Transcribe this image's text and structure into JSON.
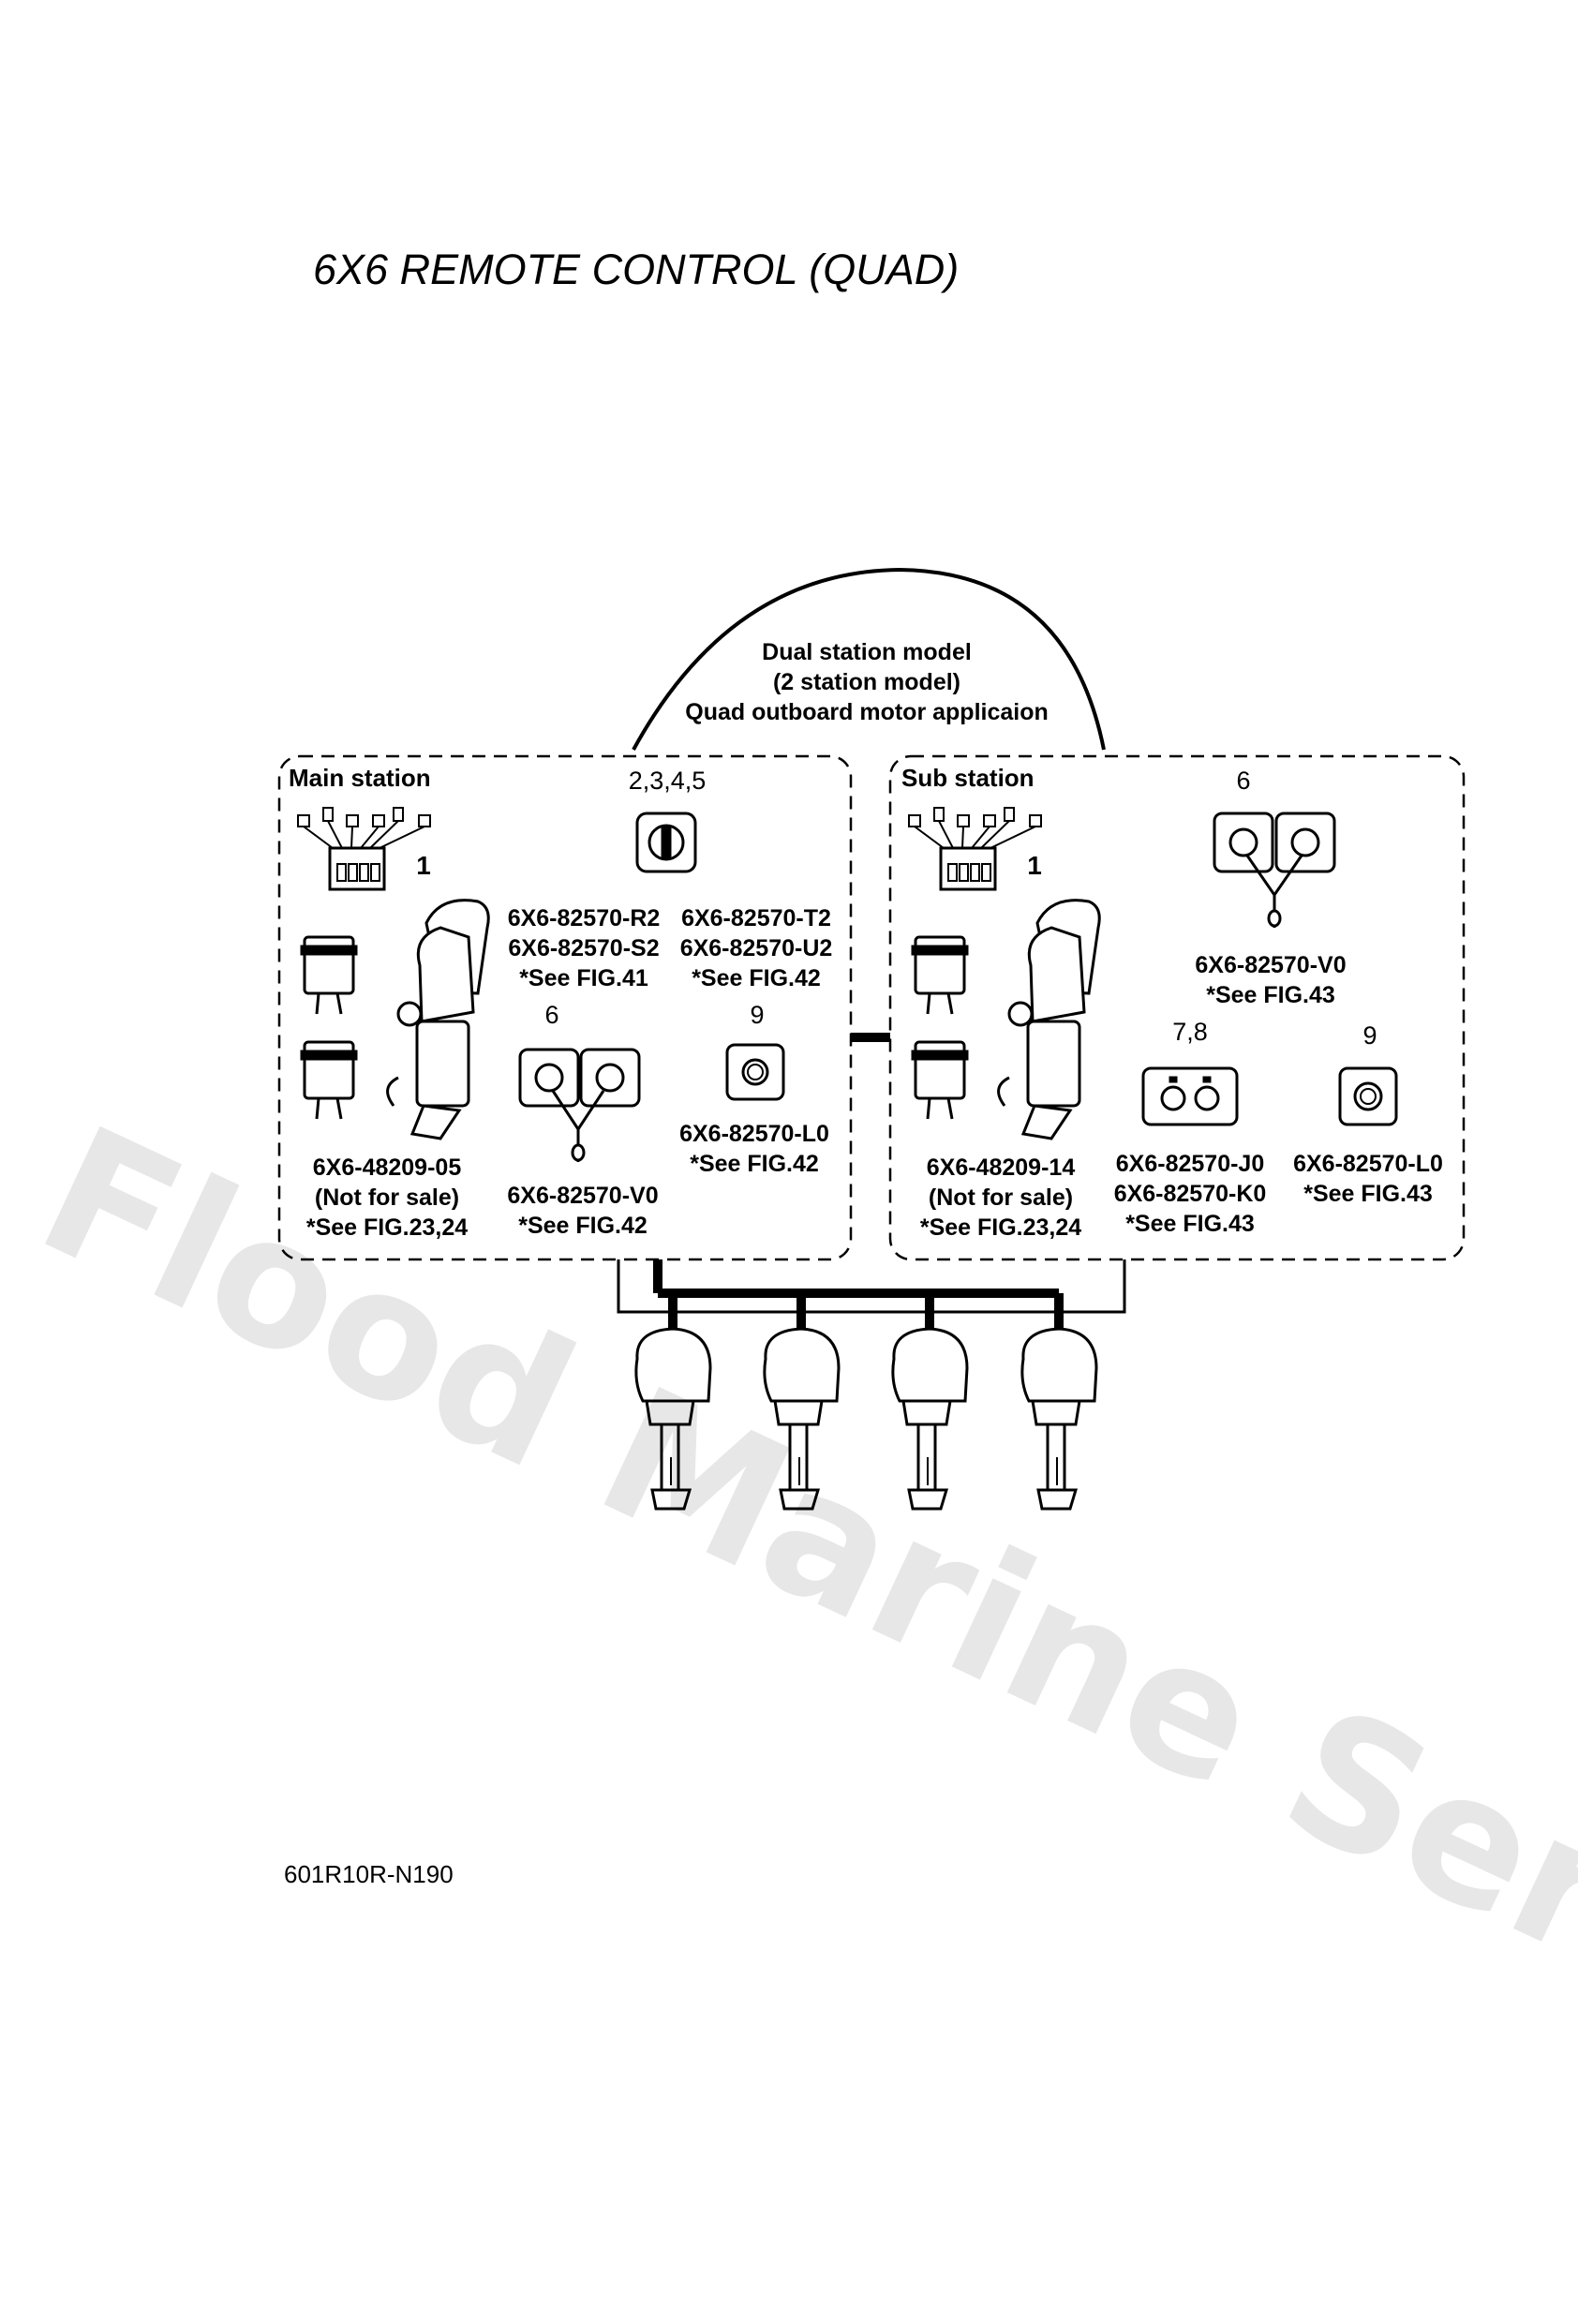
{
  "title": "6X6 REMOTE CONTROL (QUAD)",
  "doc_code": "601R10R-N190",
  "watermark": "Flood Marine Services",
  "header_box": {
    "line1": "Dual station model",
    "line2": "(2 station model)",
    "line3": "Quad outboard motor applicaion"
  },
  "main_station": {
    "title": "Main station",
    "callout_1": "1",
    "callout_2345": "2,3,4,5",
    "callout_6": "6",
    "callout_9": "9",
    "control_box": {
      "part": "6X6-48209-05",
      "note": "(Not for sale)",
      "ref": "*See FIG.23,24"
    },
    "switch_a": {
      "part1": "6X6-82570-R2",
      "part2": "6X6-82570-S2",
      "ref": "*See FIG.41"
    },
    "switch_b": {
      "part1": "6X6-82570-T2",
      "part2": "6X6-82570-U2",
      "ref": "*See FIG.42"
    },
    "key_switch": {
      "part": "6X6-82570-V0",
      "ref": "*See FIG.42"
    },
    "stop_switch": {
      "part": "6X6-82570-L0",
      "ref": "*See FIG.42"
    }
  },
  "sub_station": {
    "title": "Sub station",
    "callout_1": "1",
    "callout_6": "6",
    "callout_78": "7,8",
    "callout_9": "9",
    "control_box": {
      "part": "6X6-48209-14",
      "note": "(Not for sale)",
      "ref": "*See FIG.23,24"
    },
    "key_switch": {
      "part": "6X6-82570-V0",
      "ref": "*See FIG.43"
    },
    "trim_switch": {
      "part1": "6X6-82570-J0",
      "part2": "6X6-82570-K0",
      "ref": "*See FIG.43"
    },
    "stop_switch": {
      "part": "6X6-82570-L0",
      "ref": "*See FIG.43"
    }
  }
}
